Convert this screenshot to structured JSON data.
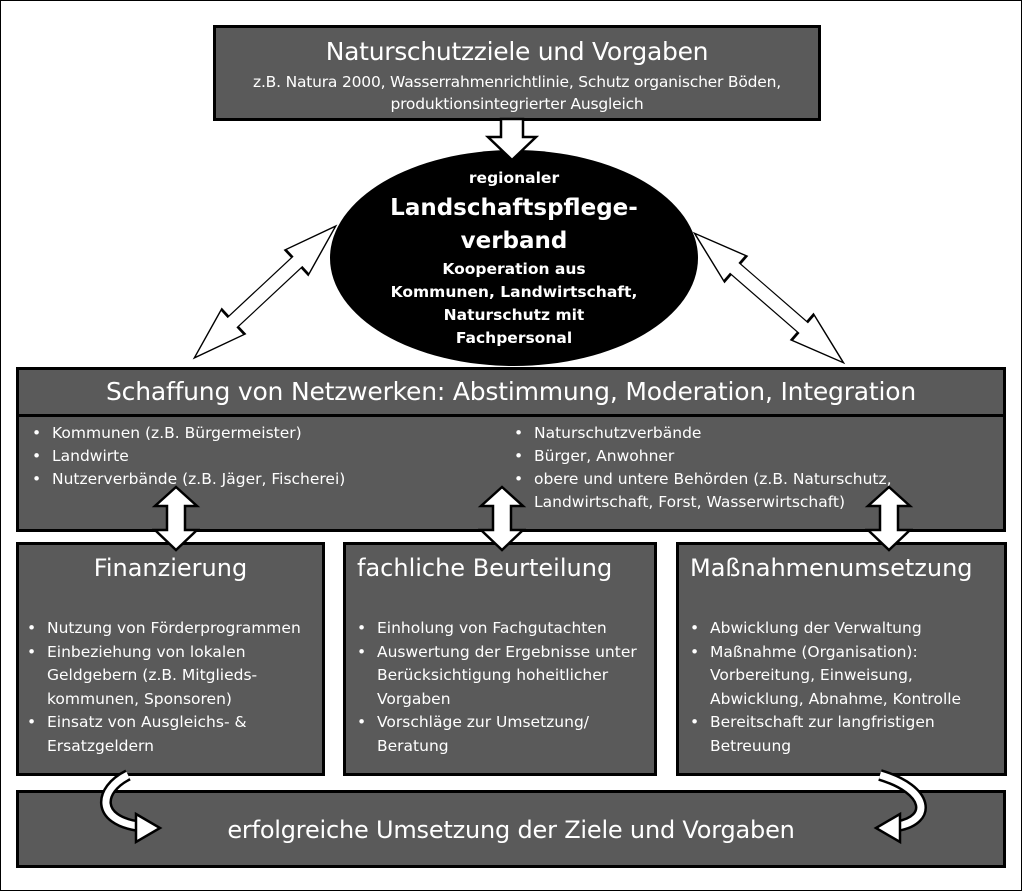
{
  "top": {
    "title": "Naturschutzziele und Vorgaben",
    "line1": "z.B. Natura 2000, Wasserrahmenrichtlinie, Schutz organischer Böden,",
    "line2": "produktionsintegrierter Ausgleich"
  },
  "center": {
    "line1": "regionaler",
    "line2": "Landschaftspflege-",
    "line3": "verband",
    "line4": "Kooperation aus",
    "line5": "Kommunen, Landwirtschaft,",
    "line6": "Naturschutz mit",
    "line7": "Fachpersonal"
  },
  "network": {
    "title": "Schaffung von Netzwerken: Abstimmung, Moderation, Integration",
    "left": [
      "Kommunen (z.B. Bürgermeister)",
      "Landwirte",
      "Nutzerverbände (z.B. Jäger, Fischerei)"
    ],
    "right": [
      "Naturschutzverbände",
      "Bürger, Anwohner",
      "obere und untere Behörden (z.B. Naturschutz, Landwirtschaft, Forst, Wasserwirtschaft)"
    ]
  },
  "columns": [
    {
      "title": "Finanzierung",
      "items": [
        "Nutzung von Förderprogrammen",
        "Einbeziehung von lokalen Geldgebern (z.B. Mitglieds-kommunen, Sponsoren)",
        "Einsatz von Ausgleichs- & Ersatzgeldern"
      ]
    },
    {
      "title": "fachliche Beurteilung",
      "items": [
        "Einholung von Fachgutachten",
        "Auswertung der Ergebnisse unter Berücksichtigung hoheitlicher Vorgaben",
        "Vorschläge zur Umsetzung/ Beratung"
      ]
    },
    {
      "title": "Maßnahmenumsetzung",
      "items": [
        "Abwicklung der Verwaltung",
        "Maßnahme (Organisation): Vorbereitung, Einweisung, Abwicklung, Abnahme, Kontrolle",
        "Bereitschaft zur langfristigen Betreuung"
      ]
    }
  ],
  "bottom": {
    "title": "erfolgreiche Umsetzung der Ziele und Vorgaben"
  }
}
